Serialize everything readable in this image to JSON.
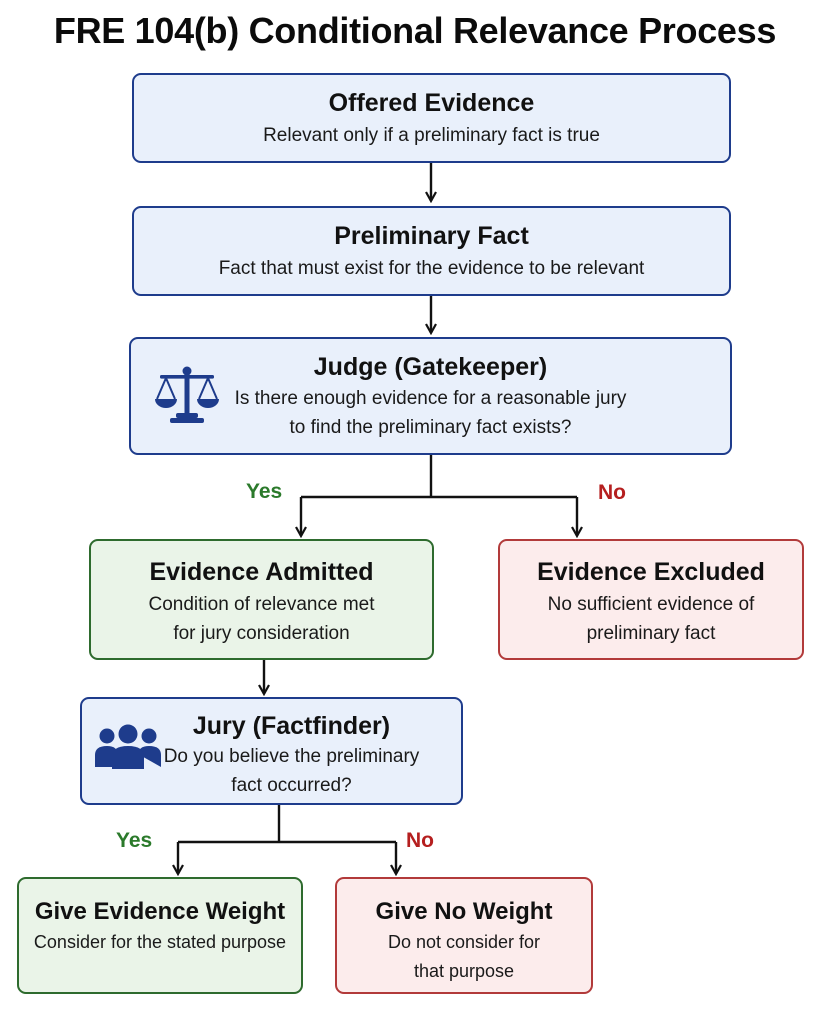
{
  "title": "FRE 104(b) Conditional Relevance Process",
  "nodes": {
    "offered": {
      "title": "Offered Evidence",
      "desc": [
        "Relevant only if a preliminary fact is true"
      ]
    },
    "preliminary": {
      "title": "Preliminary Fact",
      "desc": [
        "Fact that must exist for the evidence to be relevant"
      ]
    },
    "judge": {
      "title": "Judge (Gatekeeper)",
      "desc": [
        "Is there enough evidence for a reasonable jury",
        "to find the preliminary fact exists?"
      ],
      "icon": "scales-of-justice-icon"
    },
    "admitted": {
      "title": "Evidence Admitted",
      "desc": [
        "Condition of relevance met",
        "for jury consideration"
      ]
    },
    "excluded": {
      "title": "Evidence Excluded",
      "desc": [
        "No sufficient evidence of",
        "preliminary fact"
      ]
    },
    "jury": {
      "title": "Jury (Factfinder)",
      "desc": [
        "Do you believe the preliminary",
        "fact occurred?"
      ],
      "icon": "group-people-icon"
    },
    "weight": {
      "title": "Give Evidence Weight",
      "desc": [
        "Consider for the stated purpose"
      ]
    },
    "noweight": {
      "title": "Give No Weight",
      "desc": [
        "Do not consider for",
        "that purpose"
      ]
    }
  },
  "labels": {
    "yes": "Yes",
    "no": "No"
  },
  "colors": {
    "accent_blue": "#1e3c8c",
    "blue_fill": "#e9f0fb",
    "green_border": "#2e6b2e",
    "green_fill": "#eaf4e8",
    "yes_text": "#2b7a2b",
    "red_border": "#b23a3a",
    "red_fill": "#fcecec",
    "no_text": "#b51f1f"
  }
}
